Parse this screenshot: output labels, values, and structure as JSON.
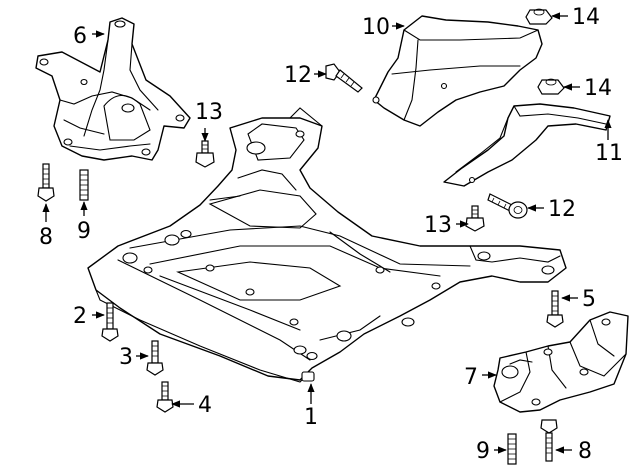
{
  "callouts": [
    {
      "id": "c1",
      "label": "1"
    },
    {
      "id": "c2",
      "label": "2"
    },
    {
      "id": "c3",
      "label": "3"
    },
    {
      "id": "c4",
      "label": "4"
    },
    {
      "id": "c5",
      "label": "5"
    },
    {
      "id": "c6",
      "label": "6"
    },
    {
      "id": "c7",
      "label": "7"
    },
    {
      "id": "c8a",
      "label": "8"
    },
    {
      "id": "c8b",
      "label": "8"
    },
    {
      "id": "c9a",
      "label": "9"
    },
    {
      "id": "c9b",
      "label": "9"
    },
    {
      "id": "c10",
      "label": "10"
    },
    {
      "id": "c11",
      "label": "11"
    },
    {
      "id": "c12a",
      "label": "12"
    },
    {
      "id": "c12b",
      "label": "12"
    },
    {
      "id": "c13a",
      "label": "13"
    },
    {
      "id": "c13b",
      "label": "13"
    },
    {
      "id": "c14a",
      "label": "14"
    },
    {
      "id": "c14b",
      "label": "14"
    }
  ]
}
